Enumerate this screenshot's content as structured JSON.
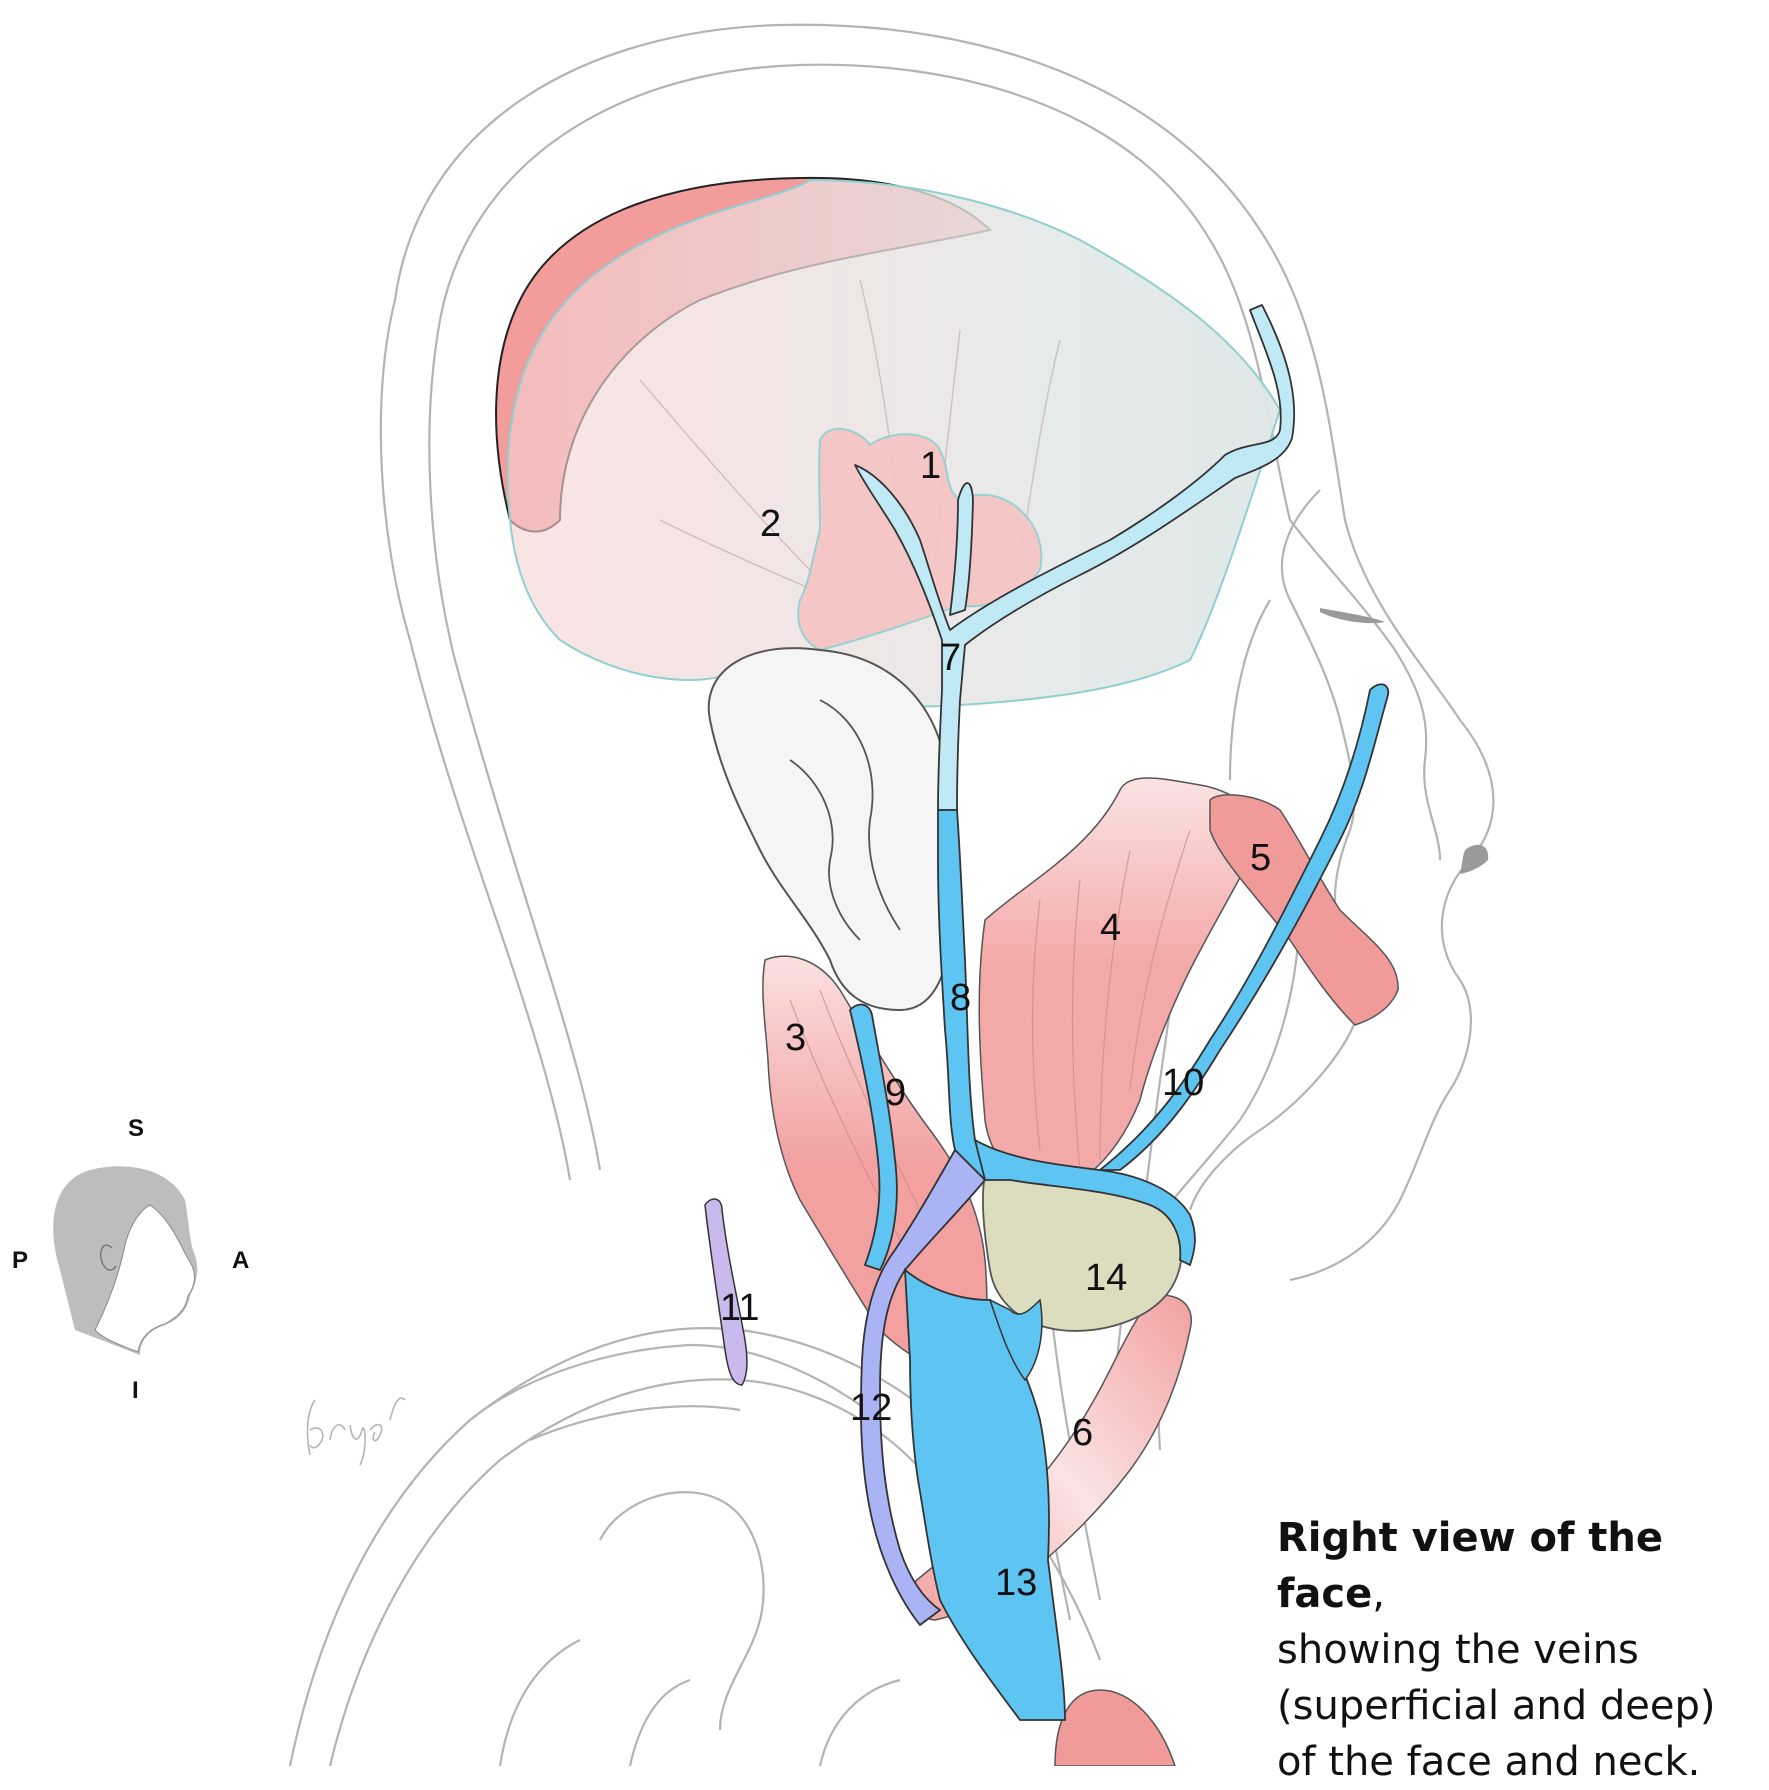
{
  "colors": {
    "muscle": "#f4a7a7",
    "vein_light": "#bfe9f5",
    "vein": "#5ec4f2",
    "vein_lilac": "#aab4f5",
    "vein_purple": "#c9b9ec",
    "gland": "#dcdcc0",
    "aponeurosis": "#dde6e6",
    "outline": "#b0b0b0"
  },
  "labels": [
    "1",
    "2",
    "3",
    "4",
    "5",
    "6",
    "7",
    "8",
    "9",
    "10",
    "11",
    "12",
    "13",
    "14"
  ],
  "orientation": {
    "superior": "S",
    "posterior": "P",
    "anterior": "A",
    "inferior": "I"
  },
  "caption": {
    "bold": "Right view of the face",
    "comma": ",",
    "lines": [
      "showing the veins",
      "(superficial and deep)",
      "of the face and neck."
    ]
  }
}
